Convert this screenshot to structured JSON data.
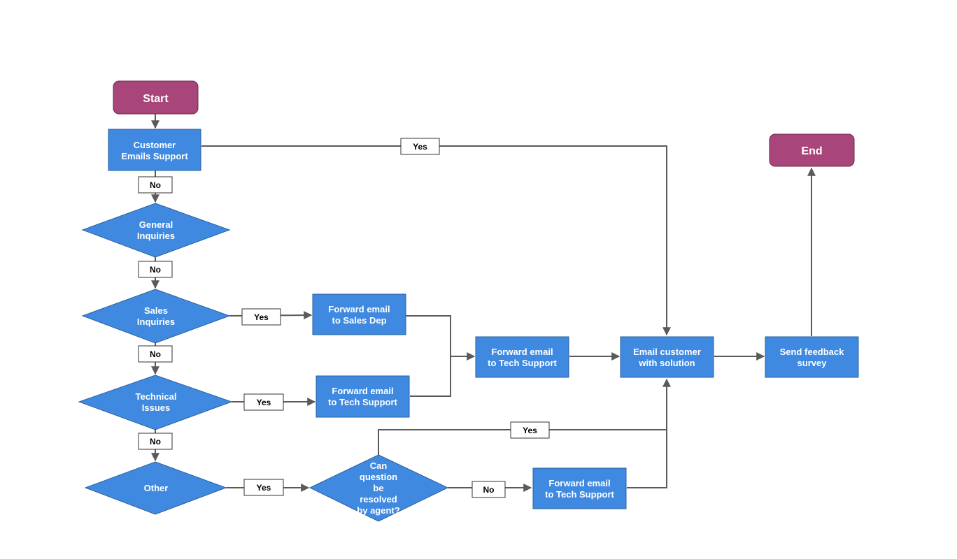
{
  "nodes": {
    "start": "Start",
    "end": "End",
    "customer_emails": [
      "Customer",
      "Emails Support"
    ],
    "general": [
      "General",
      "Inquiries"
    ],
    "sales": [
      "Sales",
      "Inquiries"
    ],
    "technical": [
      "Technical",
      "Issues"
    ],
    "other": [
      "Other"
    ],
    "can_resolve": [
      "Can",
      "question",
      "be",
      "resolved",
      "by agent?"
    ],
    "fwd_sales": [
      "Forward email",
      "to Sales Dep"
    ],
    "fwd_tech_1": [
      "Forward email",
      "to Tech Support"
    ],
    "fwd_tech_2": [
      "Forward email",
      "to Tech Support"
    ],
    "fwd_tech_3": [
      "Forward email",
      "to Tech Support"
    ],
    "email_customer": [
      "Email customer",
      "with solution"
    ],
    "feedback": [
      "Send feedback",
      "survey"
    ]
  },
  "edge_labels": {
    "customer_yes": "Yes",
    "customer_no": "No",
    "general_no": "No",
    "sales_yes": "Yes",
    "sales_no": "No",
    "technical_yes": "Yes",
    "technical_no": "No",
    "other_yes": "Yes",
    "resolve_yes": "Yes",
    "resolve_no": "No"
  },
  "colors": {
    "process": "#3f8ae0",
    "terminal": "#a8457a",
    "connector": "#5a5a5a"
  }
}
